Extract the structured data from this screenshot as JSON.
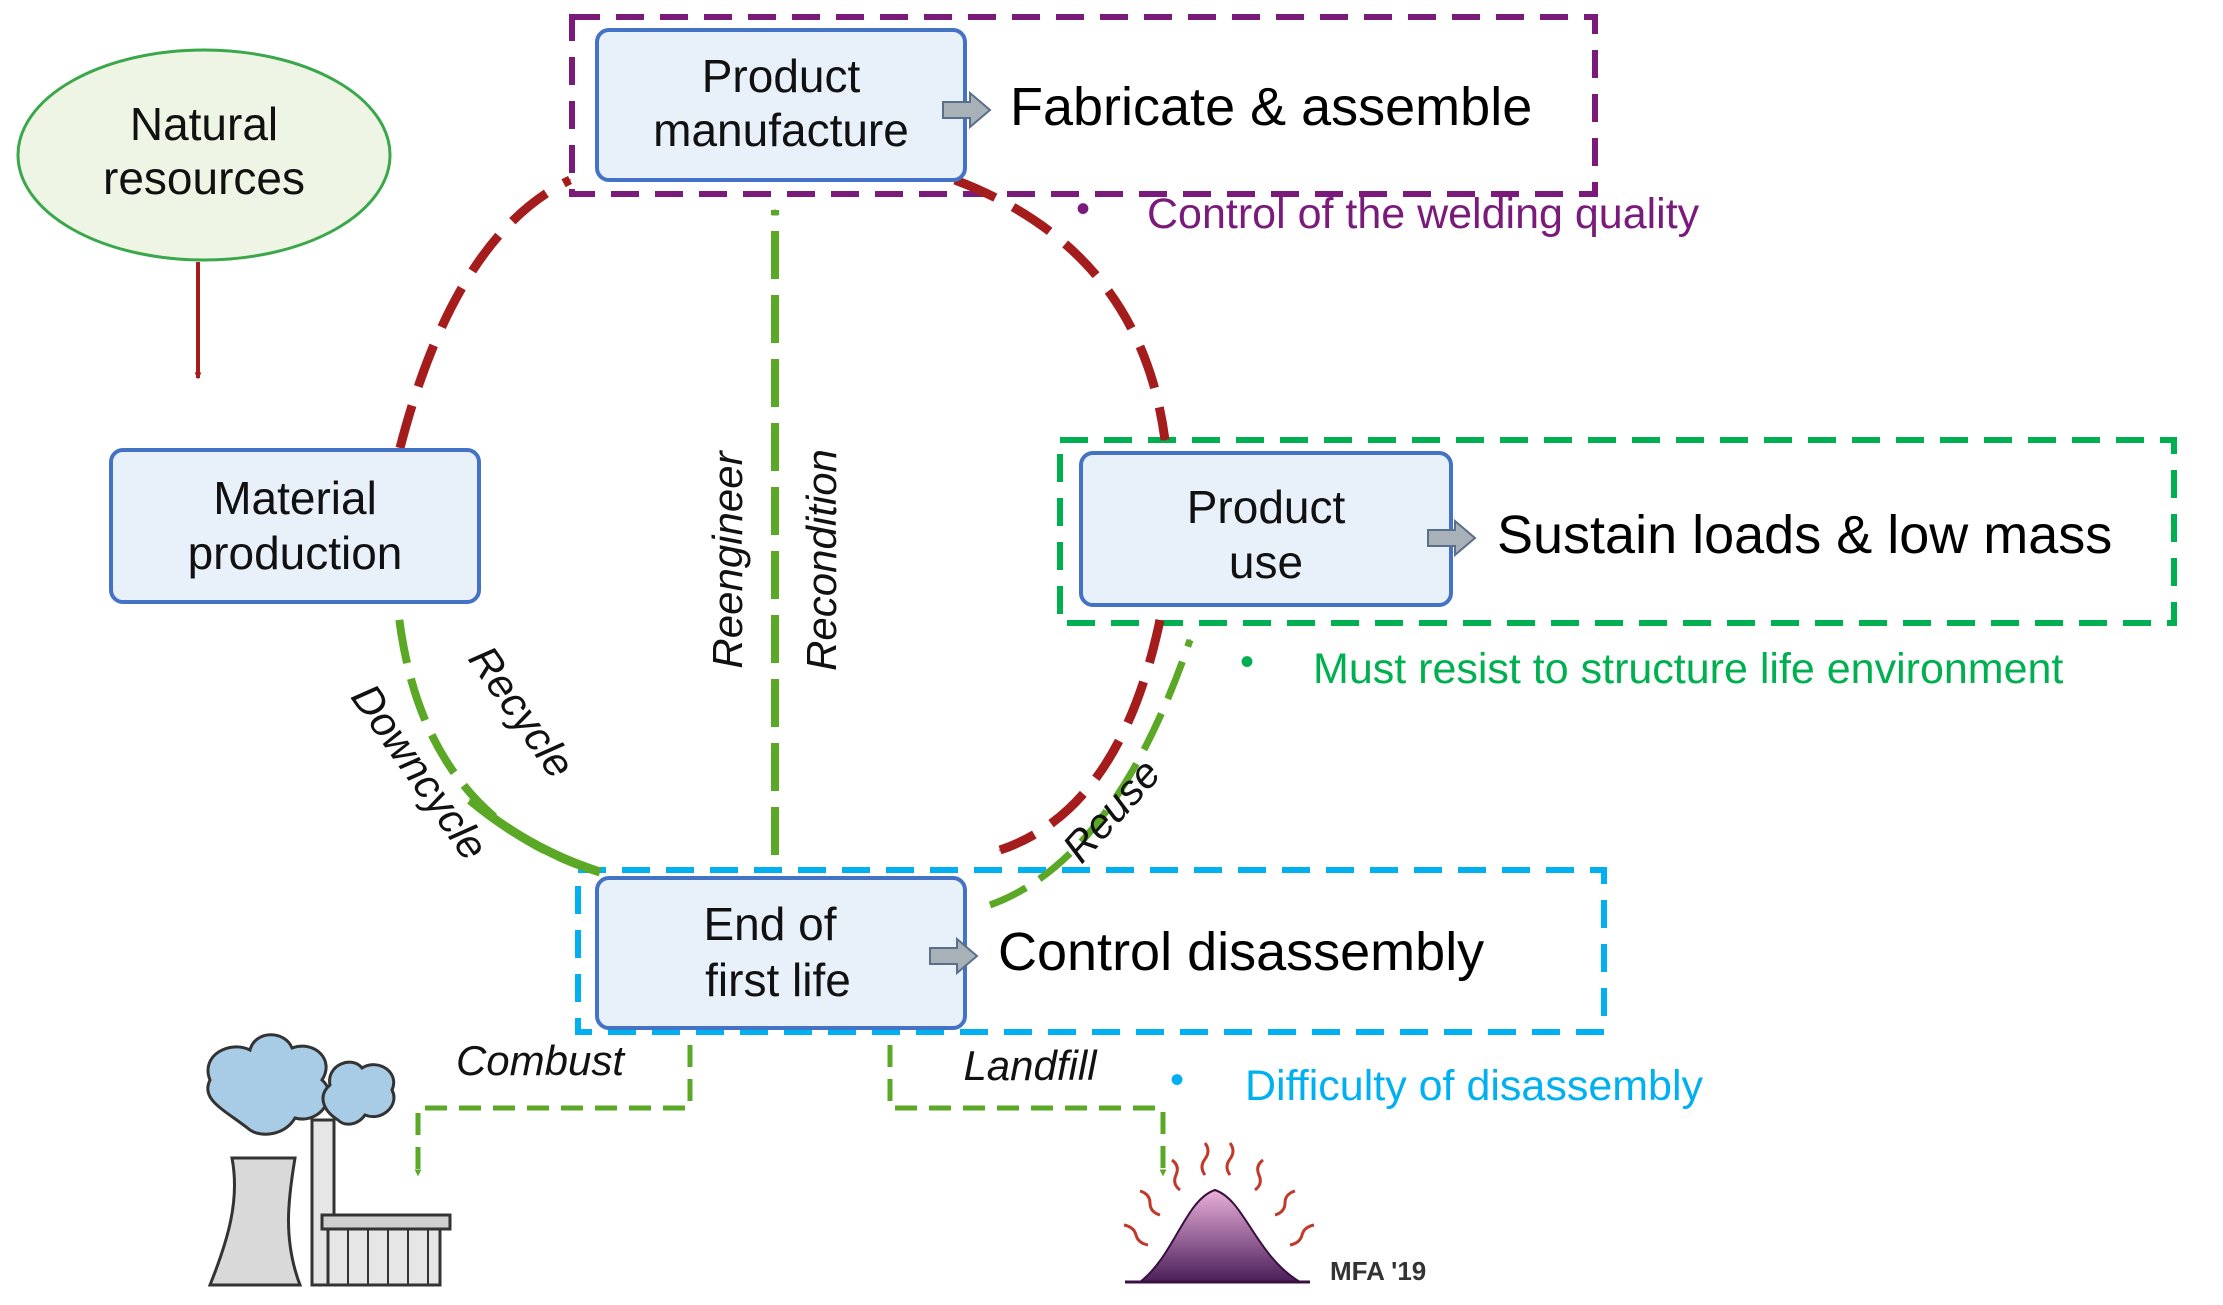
{
  "nodes": {
    "natural_resources": [
      "Natural",
      "resources"
    ],
    "product_manufacture": [
      "Product",
      "manufacture"
    ],
    "material_production": [
      "Material",
      "production"
    ],
    "product_use": [
      "Product",
      "use"
    ],
    "end_of_first_life": [
      "End of",
      "first life"
    ]
  },
  "callouts": {
    "manufacture": "Fabricate & assemble",
    "use": "Sustain loads & low mass",
    "end_of_life": "Control disassembly"
  },
  "notes": {
    "manufacture": "Control of the welding quality",
    "use": "Must resist to structure life environment",
    "end_of_life": "Difficulty of disassembly"
  },
  "flow_labels": {
    "reengineer": "Reengineer",
    "recondition": "Recondition",
    "recycle": "Recycle",
    "downcycle": "Downcycle",
    "reuse": "Reuse",
    "combust": "Combust",
    "landfill": "Landfill"
  },
  "credit": "MFA '19",
  "colors": {
    "node_fill": "#e8f1fa",
    "node_border": "#4472c4",
    "ellipse_fill": "#eef5e4",
    "ellipse_border": "#3aa84a",
    "red_flow": "#a51c1c",
    "green_flow": "#5aa825",
    "purple": "#7a1b7c",
    "green_box": "#00b050",
    "cyan": "#00b0f0",
    "small_arrow": "#a8b0b8"
  }
}
